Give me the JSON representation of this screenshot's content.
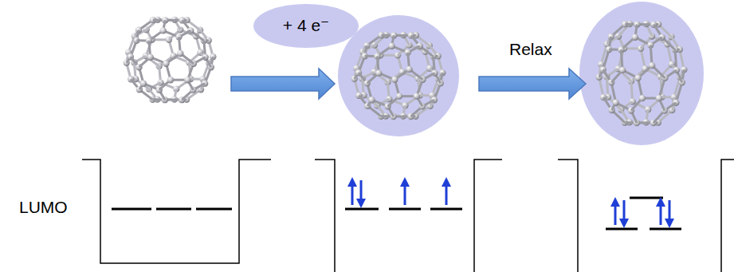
{
  "diagram": {
    "nodes": [
      {
        "text": [
          "+ 4 e⁻"
        ]
      }
    ],
    "labels": [
      "Relax",
      "LUMO"
    ]
  }
}
